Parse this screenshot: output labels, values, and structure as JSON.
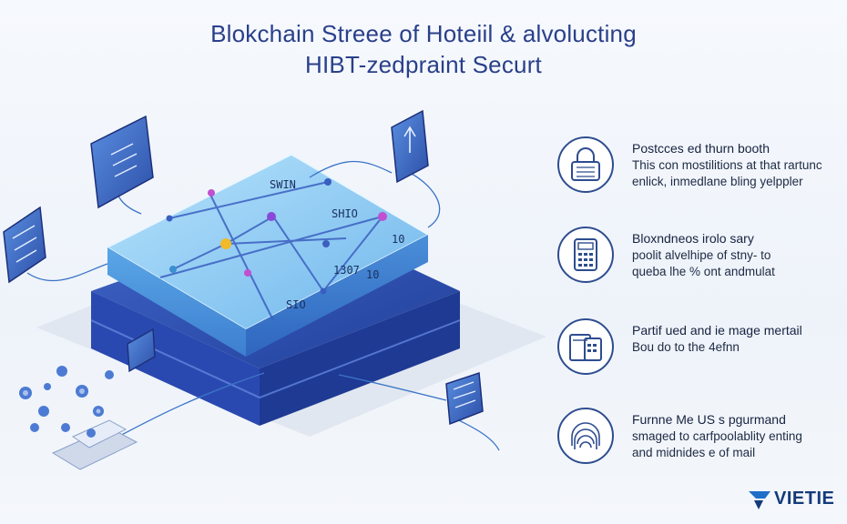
{
  "header": {
    "title_line1": "Blokchain Streee of Hoteiil & alvolucting",
    "title_line2": "HIBT-zedpraint Securt"
  },
  "platform": {
    "labels": [
      "SWIN",
      "SHIO",
      "10",
      "1307",
      "10",
      "SIO"
    ]
  },
  "features": [
    {
      "icon": "padlock-icon",
      "heading": "Postcces ed thurn booth",
      "line1": "This con mostilitions at that rartunc",
      "line2": "enlick, inmedlane bling yelppler"
    },
    {
      "icon": "calculator-icon",
      "heading": "Bloxndneos irolo sary",
      "line1": "poolit alvelhipe of stny- to",
      "line2": "queba lhe % ont andmulat"
    },
    {
      "icon": "tablet-icon",
      "heading": "Partif ued and ie mage mertail",
      "line1": "Bou do to the 4efnn",
      "line2": ""
    },
    {
      "icon": "fingerprint-icon",
      "heading": "Furnne Me US s pgurmand",
      "line1": "smaged to carfpoolablity enting",
      "line2": "and midnides e of mail"
    }
  ],
  "brand": {
    "name": "VIETIE",
    "color": "#143a7a"
  },
  "colors": {
    "title": "#2a3f8a",
    "slab_top": "#7cc2f0",
    "slab_base": "#2f4fb3",
    "accent": "#f2b92a"
  }
}
